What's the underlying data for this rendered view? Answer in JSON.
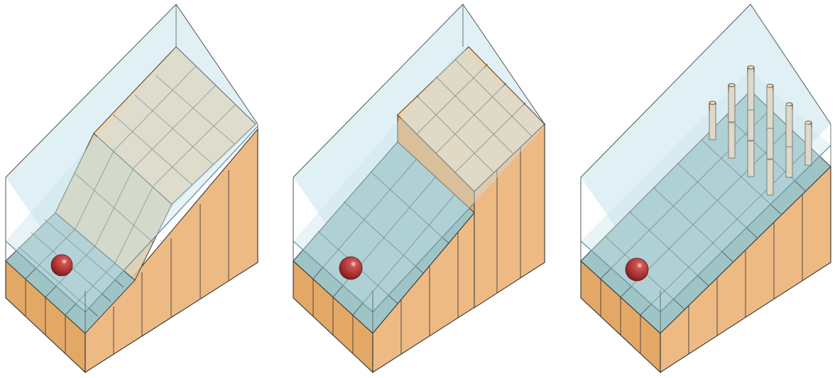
{
  "figure": {
    "panels": [
      {
        "id": "slope",
        "terrain": "ramp",
        "has_ball": true
      },
      {
        "id": "step",
        "terrain": "step",
        "has_ball": true
      },
      {
        "id": "pillars",
        "terrain": "pillar-grid",
        "pillar_rows": 3,
        "pillar_cols": 4,
        "has_ball": true
      }
    ],
    "colors": {
      "wood": "#eeba84",
      "wood_side": "#e4a866",
      "wood_top": "#efd3ad",
      "water": "#c9e4ec",
      "water_edge": "#6c9aa6",
      "ball": "#a93232",
      "grid_line": "#3f3f3f"
    }
  }
}
